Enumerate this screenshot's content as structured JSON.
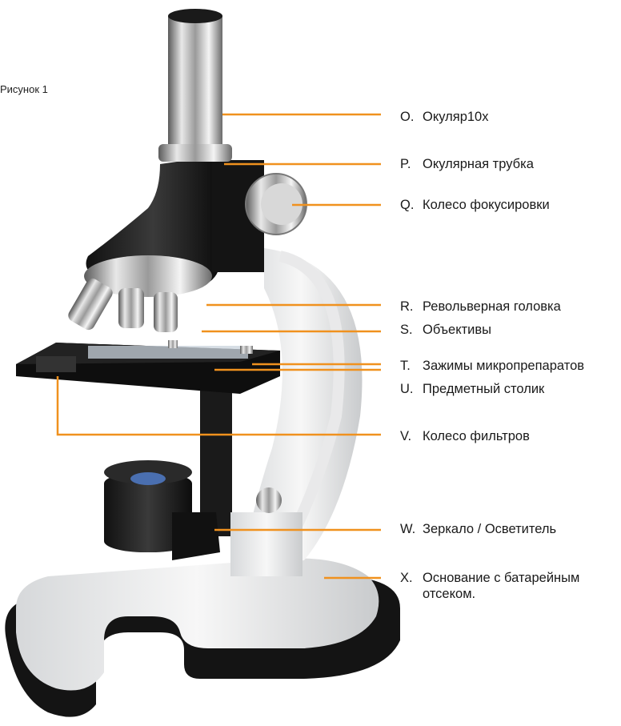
{
  "figure_caption": "Рисунок 1",
  "accent_color": "#f0911e",
  "labels": [
    {
      "letter": "O.",
      "text": "Окуляр10x"
    },
    {
      "letter": "P.",
      "text": "Окулярная трубка"
    },
    {
      "letter": "Q.",
      "text": "Колесо фокусировки"
    },
    {
      "letter": "R.",
      "text": "Револьверная головка"
    },
    {
      "letter": "S.",
      "text": "Объективы"
    },
    {
      "letter": "T.",
      "text": "Зажимы микропрепаратов"
    },
    {
      "letter": "U.",
      "text": "Предметный столик"
    },
    {
      "letter": "V.",
      "text": "Колесо фильтров"
    },
    {
      "letter": "W.",
      "text": "Зеркало / Осветитель"
    },
    {
      "letter": "X.",
      "text": "Основание с батарейным\nотсеком."
    }
  ]
}
